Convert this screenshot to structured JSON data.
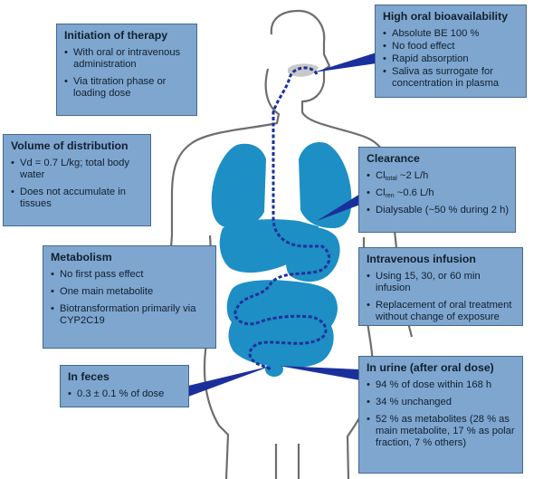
{
  "boxes": {
    "initiation": {
      "title": "Initiation of therapy",
      "items": [
        "With oral or intravenous administration",
        "Via titration phase or loading dose"
      ]
    },
    "bioavailability": {
      "title": "High oral bioavailability",
      "items": [
        "Absolute BE 100 %",
        "No food effect",
        "Rapid absorption",
        "Saliva as surrogate for concentration in plasma"
      ]
    },
    "volume": {
      "title": "Volume of distribution",
      "items": [
        "Vd = 0.7 L/kg; total body water",
        "Does not accumulate in tissues"
      ]
    },
    "clearance": {
      "title": "Clearance",
      "cl_total": {
        "prefix": "Cl",
        "sub": "total",
        "value": " ~2 L/h"
      },
      "cl_ren": {
        "prefix": "Cl",
        "sub": "ren",
        "value": " ~0.6 L/h"
      },
      "dialysable": "Dialysable (~50 % during 2 h)"
    },
    "metabolism": {
      "title": "Metabolism",
      "items": [
        "No first pass effect",
        "One main metabolite",
        "Biotransformation primarily via CYP2C19"
      ]
    },
    "infusion": {
      "title": "Intravenous infusion",
      "items": [
        "Using 15, 30, or 60 min infusion",
        "Replacement of oral treatment without change of exposure"
      ]
    },
    "feces": {
      "title": "In feces",
      "items": [
        "0.3 ± 0.1 % of dose"
      ]
    },
    "urine": {
      "title": "In urine (after oral dose)",
      "items": [
        "94 % of dose within 168 h",
        "34 % unchanged",
        "52 % as metabolites (28 % as main metabolite, 17 % as polar fraction, 7 % others)"
      ]
    }
  },
  "colors": {
    "box_fill": "#7fa6cf",
    "box_border": "#45688f",
    "organ": "#1d8fc4",
    "path": "#1b2f9c",
    "outline": "#6b6b6b"
  }
}
